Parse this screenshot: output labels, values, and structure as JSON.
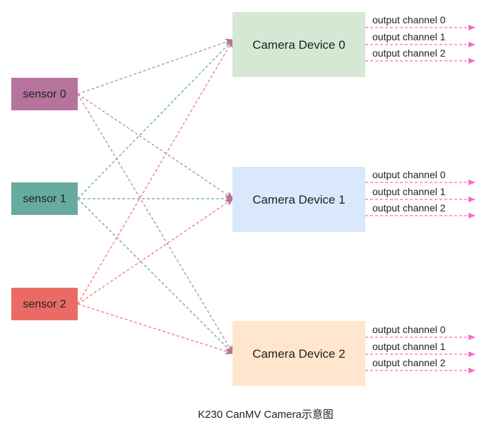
{
  "colors": {
    "sensor0_fill": "#b5739d",
    "sensor0_line": "#c47fb0",
    "sensor1_fill": "#67ab9f",
    "sensor1_line": "#5fae93",
    "sensor2_fill": "#ea6b66",
    "sensor2_line": "#f07a6a",
    "device0_fill": "#d5e8d4",
    "device1_fill": "#dae8fc",
    "device2_fill": "#ffe6cc",
    "output_arrow": "#ff66cc",
    "connector_arrowhead": "#b5739d"
  },
  "sensors": [
    {
      "id": "s0",
      "label": "sensor 0"
    },
    {
      "id": "s1",
      "label": "sensor 1"
    },
    {
      "id": "s2",
      "label": "sensor 2"
    }
  ],
  "devices": [
    {
      "id": "d0",
      "label": "Camera Device 0",
      "outputs": [
        "output channel 0",
        "output channel 1",
        "output channel 2"
      ]
    },
    {
      "id": "d1",
      "label": "Camera Device 1",
      "outputs": [
        "output channel 0",
        "output channel 1",
        "output channel 2"
      ]
    },
    {
      "id": "d2",
      "label": "Camera Device 2",
      "outputs": [
        "output channel 0",
        "output channel 1",
        "output channel 2"
      ]
    }
  ],
  "connections": [
    {
      "from": "s0",
      "to": "d0"
    },
    {
      "from": "s0",
      "to": "d1"
    },
    {
      "from": "s0",
      "to": "d2"
    },
    {
      "from": "s1",
      "to": "d0"
    },
    {
      "from": "s1",
      "to": "d1"
    },
    {
      "from": "s1",
      "to": "d2"
    },
    {
      "from": "s2",
      "to": "d0"
    },
    {
      "from": "s2",
      "to": "d1"
    },
    {
      "from": "s2",
      "to": "d2"
    }
  ],
  "caption": "K230 CanMV Camera示意图"
}
